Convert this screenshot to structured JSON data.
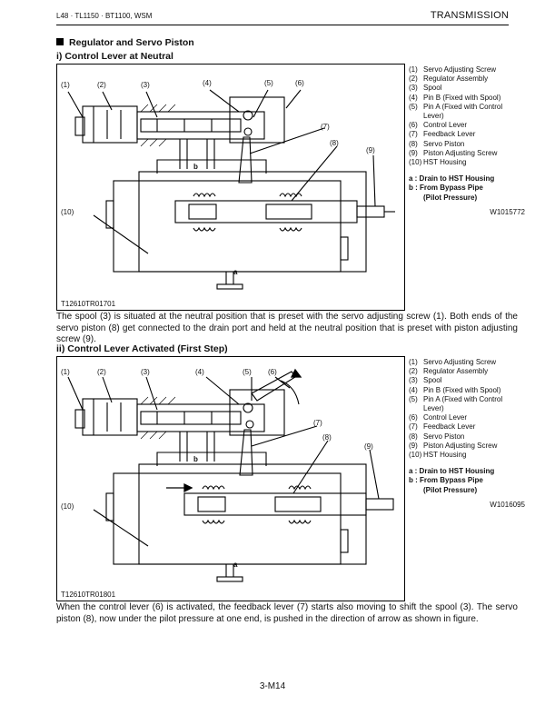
{
  "header": {
    "model_line": "L48 · TL1150 · BT1100, WSM",
    "section": "TRANSMISSION"
  },
  "section_title": "Regulator and Servo Piston",
  "fig1": {
    "title": "i) Control Lever at Neutral",
    "code": "T12610TR01701",
    "callouts": [
      "(1)",
      "(2)",
      "(3)",
      "(4)",
      "(5)",
      "(6)",
      "(7)",
      "(8)",
      "(9)",
      "(10)",
      "b",
      "a"
    ],
    "legend": [
      {
        "num": "(1)",
        "text": "Servo Adjusting Screw"
      },
      {
        "num": "(2)",
        "text": "Regulator Assembly"
      },
      {
        "num": "(3)",
        "text": "Spool"
      },
      {
        "num": "(4)",
        "text": "Pin B (Fixed with Spool)"
      },
      {
        "num": "(5)",
        "text": "Pin A (Fixed with Control Lever)"
      },
      {
        "num": "(6)",
        "text": "Control Lever"
      },
      {
        "num": "(7)",
        "text": "Feedback Lever"
      },
      {
        "num": "(8)",
        "text": "Servo Piston"
      },
      {
        "num": "(9)",
        "text": "Piston Adjusting Screw"
      },
      {
        "num": "(10)",
        "text": "HST Housing"
      }
    ],
    "drain_a": "a : Drain to HST Housing",
    "drain_b": "b : From Bypass Pipe",
    "drain_b2": "(Pilot Pressure)",
    "wcode": "W1015772"
  },
  "para1": "The spool (3) is situated at the neutral position that is preset with the servo adjusting screw (1). Both ends of the servo piston (8) get connected to the drain port and held at the neutral position that is preset with piston adjusting screw (9).",
  "fig2": {
    "title": "ii) Control Lever Activated (First Step)",
    "code": "T12610TR01801",
    "callouts": [
      "(1)",
      "(2)",
      "(3)",
      "(4)",
      "(5)",
      "(6)",
      "(7)",
      "(8)",
      "(9)",
      "(10)",
      "b",
      "a"
    ],
    "legend": [
      {
        "num": "(1)",
        "text": "Servo Adjusting Screw"
      },
      {
        "num": "(2)",
        "text": "Regulator Assembly"
      },
      {
        "num": "(3)",
        "text": "Spool"
      },
      {
        "num": "(4)",
        "text": "Pin B (Fixed with Spool)"
      },
      {
        "num": "(5)",
        "text": "Pin A (Fixed with Control Lever)"
      },
      {
        "num": "(6)",
        "text": "Control Lever"
      },
      {
        "num": "(7)",
        "text": "Feedback Lever"
      },
      {
        "num": "(8)",
        "text": "Servo Piston"
      },
      {
        "num": "(9)",
        "text": "Piston Adjusting Screw"
      },
      {
        "num": "(10)",
        "text": "HST Housing"
      }
    ],
    "drain_a": "a : Drain to HST Housing",
    "drain_b": "b : From Bypass Pipe",
    "drain_b2": "(Pilot Pressure)",
    "wcode": "W1016095"
  },
  "para2": "When the control lever (6) is activated, the feedback lever (7) starts also moving to shift the spool (3). The servo piston (8), now under the pilot pressure at one end, is pushed in the direction of arrow as shown in figure.",
  "page_number": "3-M14"
}
